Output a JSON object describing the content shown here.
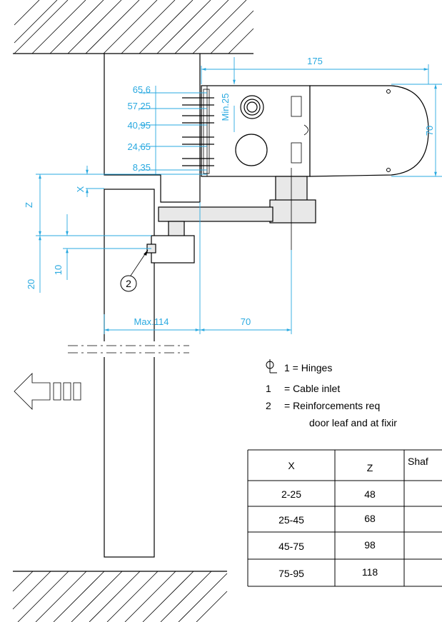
{
  "dimensions": {
    "d175": "175",
    "d70_right": "70",
    "min25": "Min.25",
    "hinge_65_6": "65,6",
    "hinge_57_25": "57,25",
    "hinge_40_95": "40,95",
    "hinge_24_65": "24,65",
    "hinge_8_35": "8,35",
    "x_label": "X",
    "z_label": "Z",
    "d10": "10",
    "d20": "20",
    "max114": "Max.114",
    "d70_bottom": "70"
  },
  "callout": "2",
  "legend": {
    "line1": "1 = Hinges",
    "line2_num": "1",
    "line2_text": "= Cable inlet",
    "line3_num": "2",
    "line3_text": "= Reinforcements req",
    "line4_text": "door leaf and at fixir"
  },
  "table": {
    "headers": [
      "X",
      "Z",
      "Shaf"
    ],
    "rows": [
      [
        "2-25",
        "48",
        ""
      ],
      [
        "25-45",
        "68",
        ""
      ],
      [
        "45-75",
        "98",
        ""
      ],
      [
        "75-95",
        "118",
        ""
      ]
    ]
  },
  "colors": {
    "dimension": "#29a9e0",
    "line": "#000000"
  }
}
